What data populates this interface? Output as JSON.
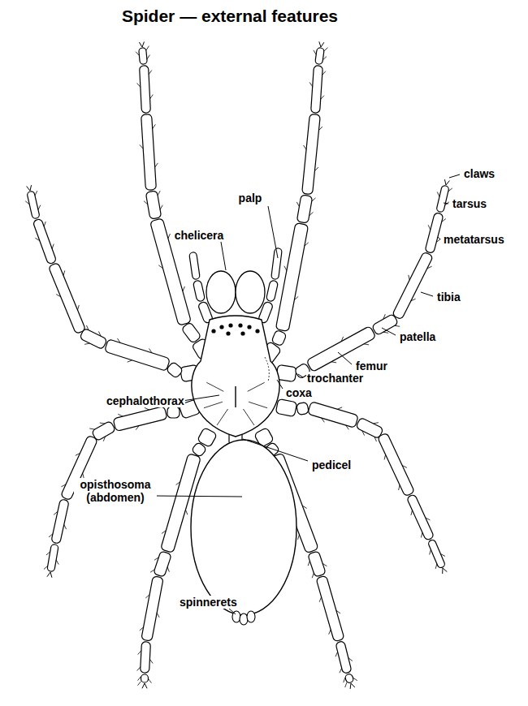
{
  "diagram": {
    "title": "Spider — external features",
    "labels": [
      "claws",
      "tarsus",
      "metatarsus",
      "tibia",
      "patella",
      "femur",
      "trochanter",
      "coxa",
      "palp",
      "chelicera",
      "cephalothorax",
      "pedicel",
      "opisthosoma (abdomen)",
      "spinnerets"
    ]
  }
}
